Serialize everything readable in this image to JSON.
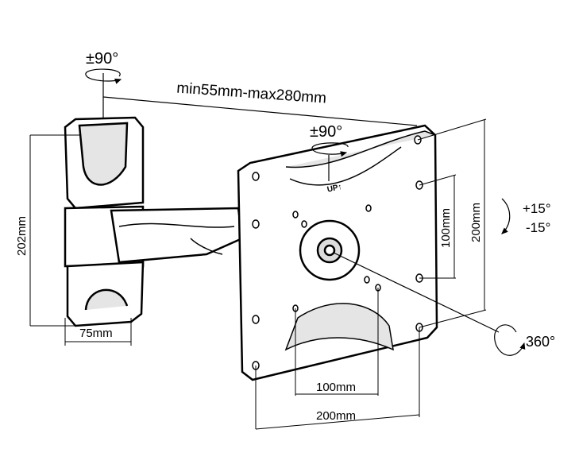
{
  "labels": {
    "arm_swivel": "±90°",
    "extension": "min55mm-max280mm",
    "plate_swivel": "±90°",
    "up_marker": "UP↑",
    "tilt_up": "+15°",
    "tilt_down": "-15°",
    "vesa_inner_height": "100mm",
    "vesa_outer_height": "200mm",
    "wall_plate_height": "202mm",
    "wall_plate_width": "75mm",
    "rotation": "360°",
    "vesa_inner_width": "100mm",
    "vesa_outer_width": "200mm"
  },
  "colors": {
    "line": "#000000",
    "fill": "#ffffff",
    "shade": "#d8d8d8"
  }
}
